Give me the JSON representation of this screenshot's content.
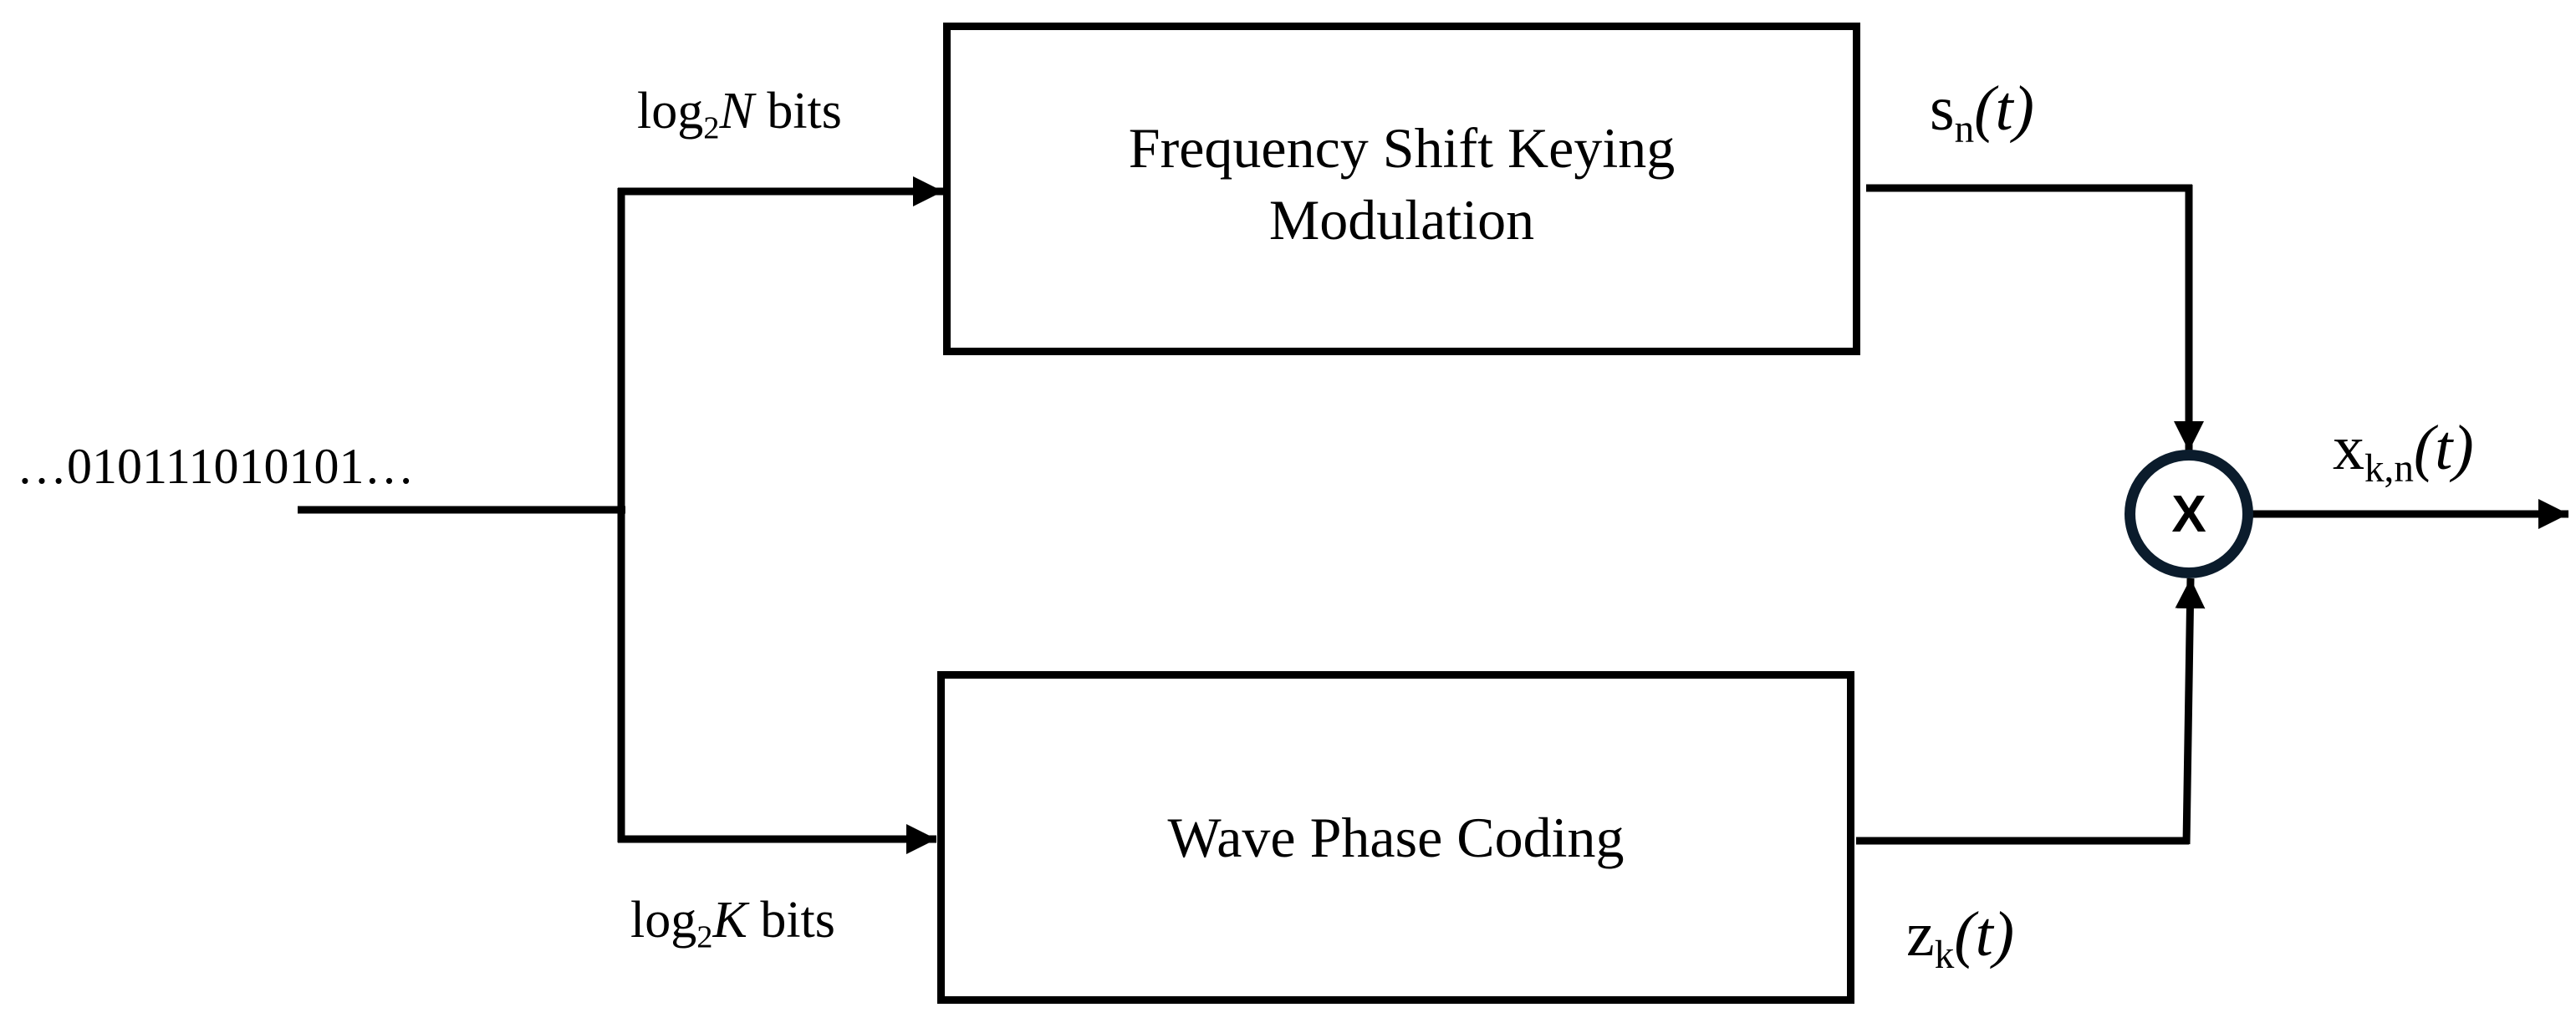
{
  "input": {
    "bitstream": "…010111010101…"
  },
  "blocks": {
    "fsk": {
      "line1": "Frequency Shift Keying",
      "line2": "Modulation"
    },
    "wpc": {
      "line1": "Wave Phase Coding"
    }
  },
  "labels": {
    "top_bits": {
      "prefix": "log",
      "sub": "2",
      "var": "N",
      "suffix": "bits"
    },
    "bottom_bits": {
      "prefix": "log",
      "sub": "2",
      "var": "K",
      "suffix": "bits"
    }
  },
  "signals": {
    "sn": {
      "base": "s",
      "sub": "n",
      "arg": "(t)"
    },
    "zk": {
      "base": "z",
      "sub": "k",
      "arg": "(t)"
    },
    "xkn": {
      "base": "x",
      "sub": "k,n",
      "arg": "(t)"
    }
  },
  "mixer": {
    "symbol": "X"
  },
  "colors": {
    "line": "#000000",
    "mixer_ring": "#0b1c2c"
  }
}
